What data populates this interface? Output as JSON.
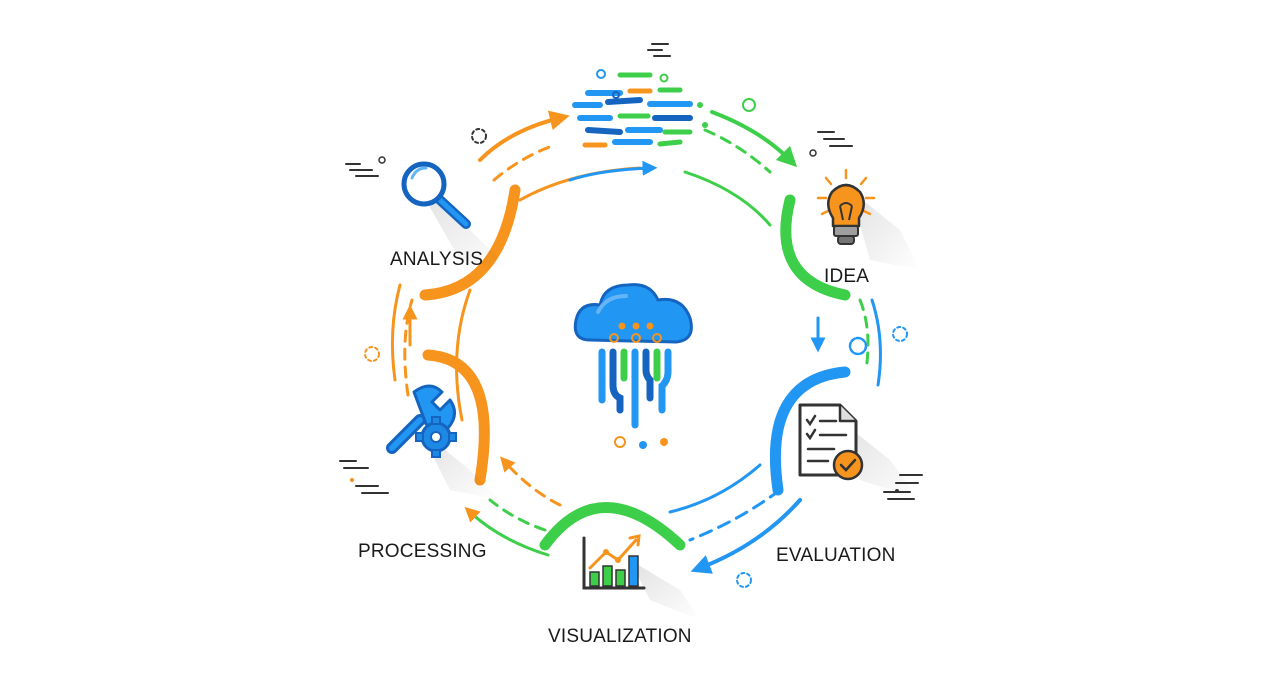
{
  "diagram": {
    "stages": [
      {
        "id": "analysis",
        "label": "ANALYSIS",
        "icon": "magnifier-icon",
        "color": "#f7941d"
      },
      {
        "id": "idea",
        "label": "IDEA",
        "icon": "lightbulb-icon",
        "color": "#3ecf4a"
      },
      {
        "id": "evaluation",
        "label": "EVALUATION",
        "icon": "checklist-document-icon",
        "color": "#2196f3"
      },
      {
        "id": "visualization",
        "label": "VISUALIZATION",
        "icon": "bar-chart-icon",
        "color": "#3ecf4a"
      },
      {
        "id": "processing",
        "label": "PROCESSING",
        "icon": "wrench-gear-icon",
        "color": "#f7941d"
      }
    ],
    "center_icon": "cloud-data-icon",
    "data_stream_icon": "data-stream-icon",
    "colors": {
      "orange": "#f7941d",
      "green": "#3ecf4a",
      "blue": "#2196f3",
      "dark_blue": "#1565c0",
      "text": "#1a1a1a"
    }
  }
}
